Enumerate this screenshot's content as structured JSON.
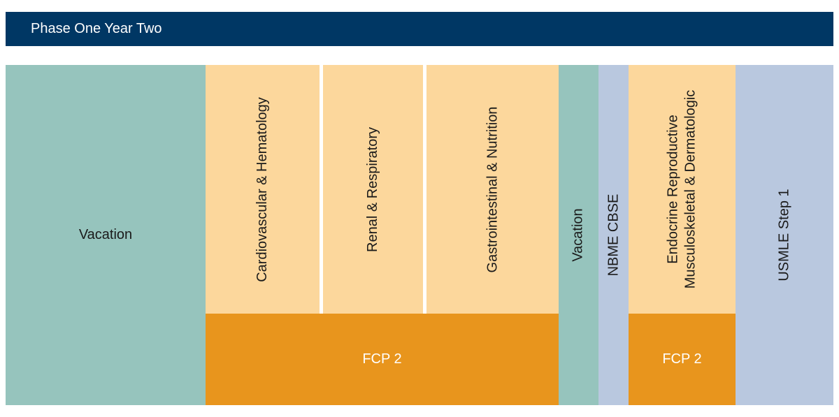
{
  "header": {
    "title": "Phase One Year Two"
  },
  "blocks": {
    "vacation_1": "Vacation",
    "cardio": "Cardiovascular & Hematology",
    "renal": "Renal & Respiratory",
    "gastro": "Gastrointestinal & Nutrition",
    "vacation_2": "Vacation",
    "nbme": "NBME CBSE",
    "endocrine_line1": "Endocrine Reproductive",
    "endocrine_line2": "Musculoskeletal & Dermatologic",
    "fcp2_a": "FCP 2",
    "fcp2_b": "FCP 2",
    "usmle": "USMLE Step 1"
  },
  "colors": {
    "header": "#003764",
    "vacation": "#96c4bd",
    "course": "#fcd79c",
    "fcp": "#e8951d",
    "exam": "#b9c8df"
  }
}
